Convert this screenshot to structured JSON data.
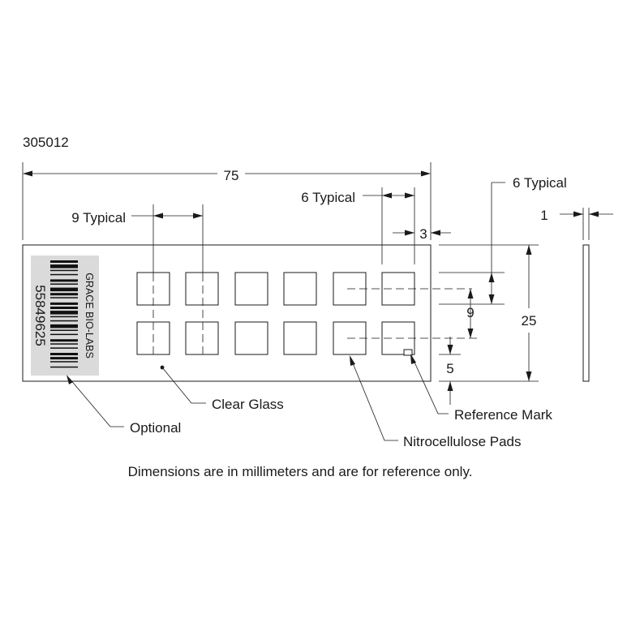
{
  "part_number": "305012",
  "dimensions": {
    "overall_length": "75",
    "pad_pitch": "9 Typical",
    "pad_size_horizontal": "6 Typical",
    "pad_size_vertical": "6 Typical",
    "edge_offset": "3",
    "row_pitch": "9",
    "slide_width": "25",
    "bottom_offset": "5",
    "thickness": "1"
  },
  "label": {
    "company": "GRACE BIO-LABS",
    "serial": "55849625"
  },
  "callouts": {
    "clear_glass": "Clear Glass",
    "optional": "Optional",
    "reference_mark": "Reference Mark",
    "nitrocellulose_pads": "Nitrocellulose Pads"
  },
  "note": "Dimensions are in millimeters and are for reference only."
}
